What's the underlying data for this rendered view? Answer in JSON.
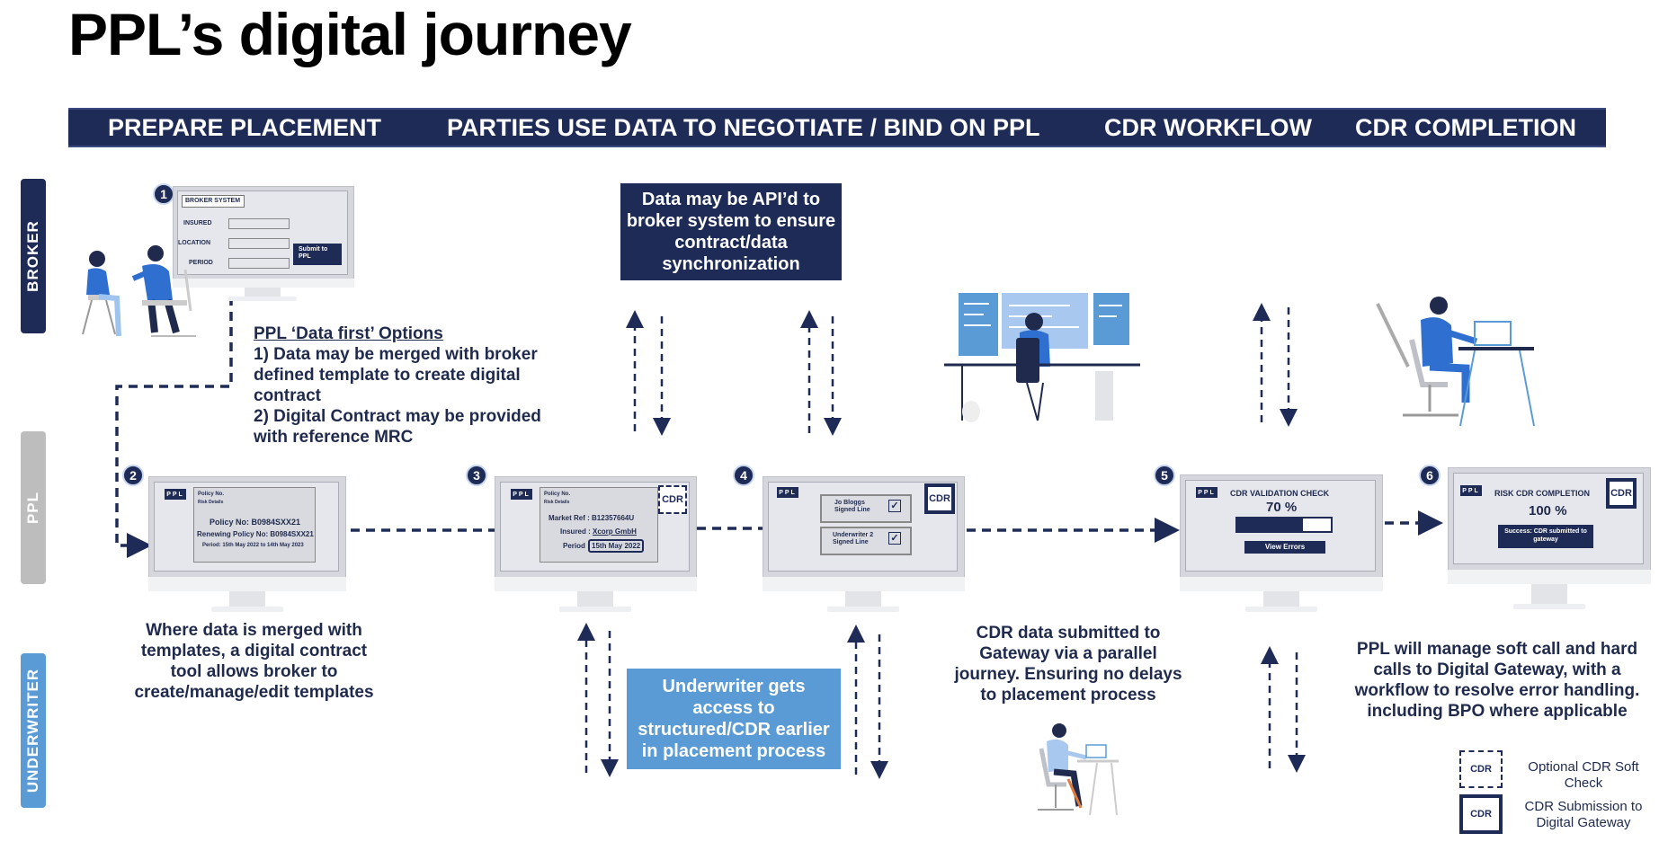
{
  "title": "PPL’s digital journey",
  "phases": [
    "PREPARE PLACEMENT",
    "PARTIES USE DATA TO NEGOTIATE / BIND ON PPL",
    "CDR WORKFLOW",
    "CDR COMPLETION"
  ],
  "lanes": {
    "broker": "BROKER",
    "ppl": "PPL",
    "underwriter": "UNDERWRITER"
  },
  "colors": {
    "navy": "#1e2b57",
    "light_blue": "#5b9bd5",
    "lane_blue": "#5b9bd5",
    "lane_grey": "#bdbdbd"
  },
  "callouts": {
    "api": "Data may be API’d to broker system to ensure contract/data synchronization",
    "underwriter_access": "Underwriter gets access to structured/CDR earlier in placement process"
  },
  "options": {
    "heading": "PPL ‘Data first’ Options",
    "line1": "1) Data may be merged with broker defined template to create digital contract",
    "line2": "2) Digital Contract may be provided with reference MRC"
  },
  "captions": {
    "templates": "Where data is merged with templates, a digital contract tool allows broker to create/manage/edit templates",
    "gateway": "CDR data submitted to Gateway via a parallel journey. Ensuring no delays to placement process",
    "soft_calls": "PPL will manage soft call and hard calls to Digital Gateway, with a workflow to resolve error handling. including BPO where applicable"
  },
  "steps": [
    "1",
    "2",
    "3",
    "4",
    "5",
    "6"
  ],
  "screen1": {
    "system": "BROKER SYSTEM",
    "insured": "INSURED",
    "location": "LOCATION",
    "period": "PERIOD",
    "submit": "Submit to PPL"
  },
  "screen2": {
    "chip": "PPL",
    "policy_hdr": "Policy No.",
    "risk_details": "Risk Details",
    "policy_no": "Policy No: B0984SXX21",
    "renewing": "Renewing Policy No: B0984SXX21",
    "period": "Period: 15th May 2022 to 14th May 2023"
  },
  "screen3": {
    "chip": "PPL",
    "policy_hdr": "Policy No.",
    "risk_details": "Risk Details",
    "market_ref": "Market Ref : B12357664U",
    "insured_label": "Insured :",
    "insured_value": "Xcorp GmbH",
    "period_label": "Period :",
    "period_value": "15th May 2022",
    "cdr": "CDR"
  },
  "screen4": {
    "chip": "PPL",
    "line1": "Jo Bloggs Signed Line",
    "line2": "Underwriter 2 Signed Line",
    "cdr": "CDR"
  },
  "screen5": {
    "chip": "PPL",
    "heading": "CDR VALIDATION CHECK",
    "percent": "70 %",
    "progress": 0.7,
    "button": "View Errors"
  },
  "screen6": {
    "chip": "PPL",
    "heading": "RISK CDR COMPLETION",
    "percent": "100 %",
    "success": "Success: CDR submitted to gateway",
    "cdr": "CDR"
  },
  "legend": {
    "soft_box": "CDR",
    "soft_label": "Optional CDR Soft Check",
    "firm_box": "CDR",
    "firm_label": "CDR Submission to Digital Gateway"
  }
}
